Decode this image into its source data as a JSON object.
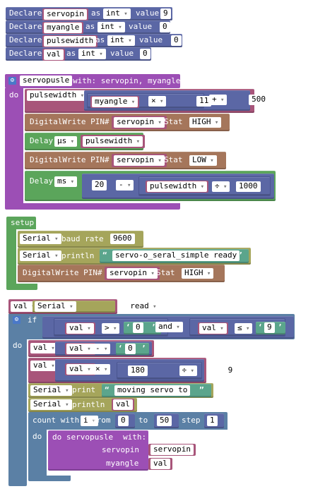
{
  "declare": [
    {
      "kw": "Declare",
      "name": "servopin",
      "as": "as",
      "type": "int",
      "value_kw": "value",
      "value": "9"
    },
    {
      "kw": "Declare",
      "name": "myangle",
      "as": "as",
      "type": "int",
      "value_kw": "value",
      "value": "0"
    },
    {
      "kw": "Declare",
      "name": "pulsewidth",
      "as": "as",
      "type": "int",
      "value_kw": "value",
      "value": "0"
    },
    {
      "kw": "Declare",
      "name": "val",
      "as": "as",
      "type": "int",
      "value_kw": "value",
      "value": "0"
    }
  ],
  "proc": {
    "name": "servopusle",
    "with": "with: servopin, myangle",
    "do": "do",
    "set_var": "pulsewidth",
    "myangle": "myangle",
    "op_mul": "×",
    "num11": "11",
    "op_add": "+",
    "num500": "500",
    "dw1_label": "DigitalWrite PIN#",
    "dw1_pin": "servopin",
    "stat": "Stat",
    "high": "HIGH",
    "delay1_label": "Delay",
    "delay1_unit": "µs",
    "delay1_var": "pulsewidth",
    "dw2_label": "DigitalWrite PIN#",
    "dw2_pin": "servopin",
    "low": "LOW",
    "delay2_label": "Delay",
    "delay2_unit": "ms",
    "num20": "20",
    "op_sub": "-",
    "pw_var": "pulsewidth",
    "op_div": "÷",
    "num1000": "1000"
  },
  "setup": {
    "label": "setup",
    "serial1": "Serial",
    "baud_label": "baud rate",
    "baud": "9600",
    "serial2": "Serial",
    "println": "println",
    "string": "servo-o_seral_simple ready",
    "dw_label": "DigitalWrite PIN#",
    "dw_pin": "servopin",
    "stat": "Stat",
    "high": "HIGH"
  },
  "loop": {
    "val": "val",
    "serial": "Serial",
    "read": "read",
    "if": "if",
    "val1": "val",
    "gt": ">",
    "zero": "0",
    "and": "and",
    "val2": "val",
    "le": "≤",
    "nine": "9",
    "do": "do",
    "set1_var": "val",
    "set1_val": "val",
    "minus": "-",
    "set1_num": "0",
    "set2_var": "val",
    "set2_val": "val",
    "times": "×",
    "n180": "180",
    "div": "÷",
    "n9": "9",
    "serial_print": "Serial",
    "print": "print",
    "moving": "moving servo to",
    "serial_println": "Serial",
    "println": "println",
    "println_var": "val",
    "count_label": "count with",
    "count_var": "i",
    "from": "from",
    "from_val": "0",
    "to": "to",
    "to_val": "50",
    "step": "step",
    "step_val": "1",
    "do2": "do",
    "call": "do servopusle",
    "call_with": "with:",
    "arg1_label": "servopin",
    "arg1_val": "servopin",
    "arg2_label": "myangle",
    "arg2_val": "val"
  },
  "colors": {
    "declare": "#5b67a5",
    "procedure": "#9c4fb5",
    "setup": "#5ba55b",
    "variable": "#a8557a",
    "math": "#5b67a5",
    "io": "#a5765b",
    "serial": "#a5a55b",
    "text": "#5ba58c",
    "control": "#5b80a5"
  }
}
